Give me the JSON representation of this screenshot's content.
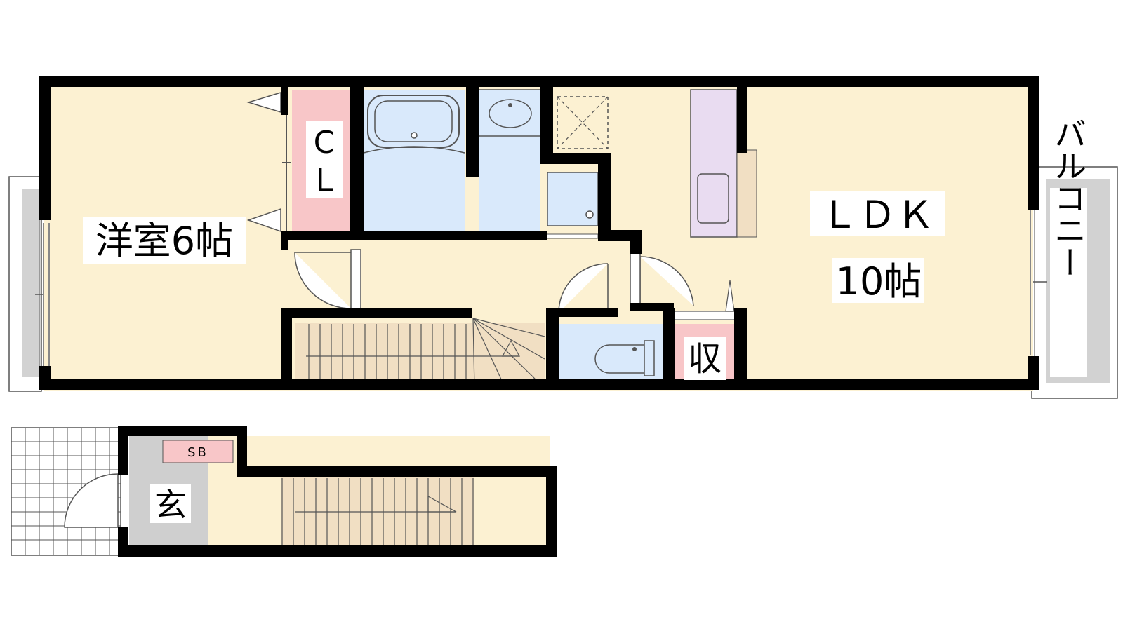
{
  "rooms": {
    "western_room": {
      "name": "洋室6帖"
    },
    "closet": {
      "line1": "C",
      "line2": "L"
    },
    "ldk": {
      "name": "ＬＤＫ",
      "size": "10帖"
    },
    "storage": {
      "name": "収"
    },
    "balcony": {
      "name": "バルコニー"
    },
    "entrance": {
      "name": "玄"
    },
    "shoe_box": {
      "name": "SB"
    }
  },
  "colors": {
    "floor": "#fcf1d2",
    "wall": "#000000",
    "wet_area": "#d9e9fb",
    "storage": "#f8c6c8",
    "kitchen": "#e9dcf1",
    "balcony": "#d2d2d2",
    "stairs": "#f1dfc3",
    "entrance": "#cfcfcf"
  }
}
